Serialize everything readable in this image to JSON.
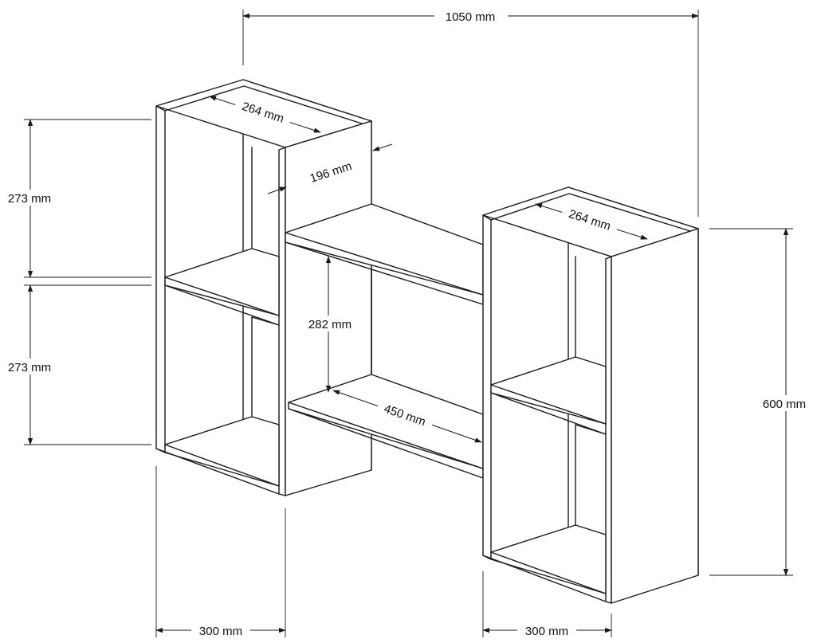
{
  "dimensions": {
    "total_width": "1050 mm",
    "left_top_depth": "264 mm",
    "left_top_inner_depth": "196 mm",
    "right_top_depth": "264 mm",
    "left_upper_height": "273 mm",
    "left_lower_height": "273 mm",
    "middle_shelf_height": "282 mm",
    "middle_shelf_width": "450 mm",
    "right_total_height": "600 mm",
    "left_bottom_width": "300 mm",
    "right_bottom_width": "300 mm"
  }
}
